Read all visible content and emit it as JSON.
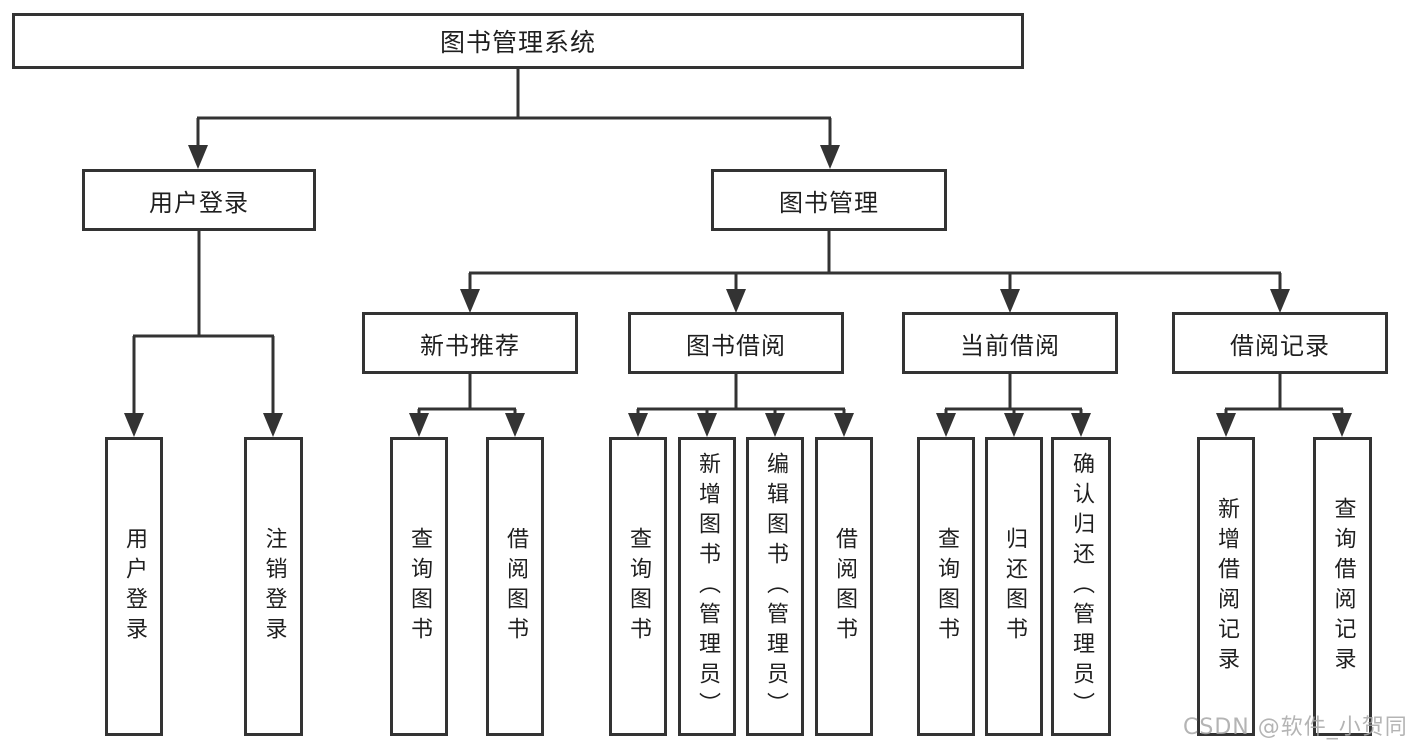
{
  "title": "图书管理系统",
  "watermark": "CSDN @软件_小贺同学",
  "tree": {
    "user_login": {
      "label": "用户登录",
      "children": {
        "login": "用户登录",
        "logout": "注销登录"
      }
    },
    "book_mgmt": {
      "label": "图书管理",
      "groups": {
        "new_books": {
          "label": "新书推荐",
          "children": {
            "query": "查询图书",
            "borrow": "借阅图书"
          }
        },
        "book_borrow": {
          "label": "图书借阅",
          "children": {
            "query": "查询图书",
            "add": "新增图书（管理员）",
            "edit": "编辑图书（管理员）",
            "borrow": "借阅图书"
          }
        },
        "current_borrow": {
          "label": "当前借阅",
          "children": {
            "query": "查询图书",
            "return": "归还图书",
            "confirm": "确认归还（管理员）"
          }
        },
        "records": {
          "label": "借阅记录",
          "children": {
            "add": "新增借阅记录",
            "query": "查询借阅记录"
          }
        }
      }
    }
  },
  "colors": {
    "line": "#333333",
    "text": "#1f1f1f",
    "box_background": "#ffffff",
    "watermark": "#a8a8a8"
  }
}
